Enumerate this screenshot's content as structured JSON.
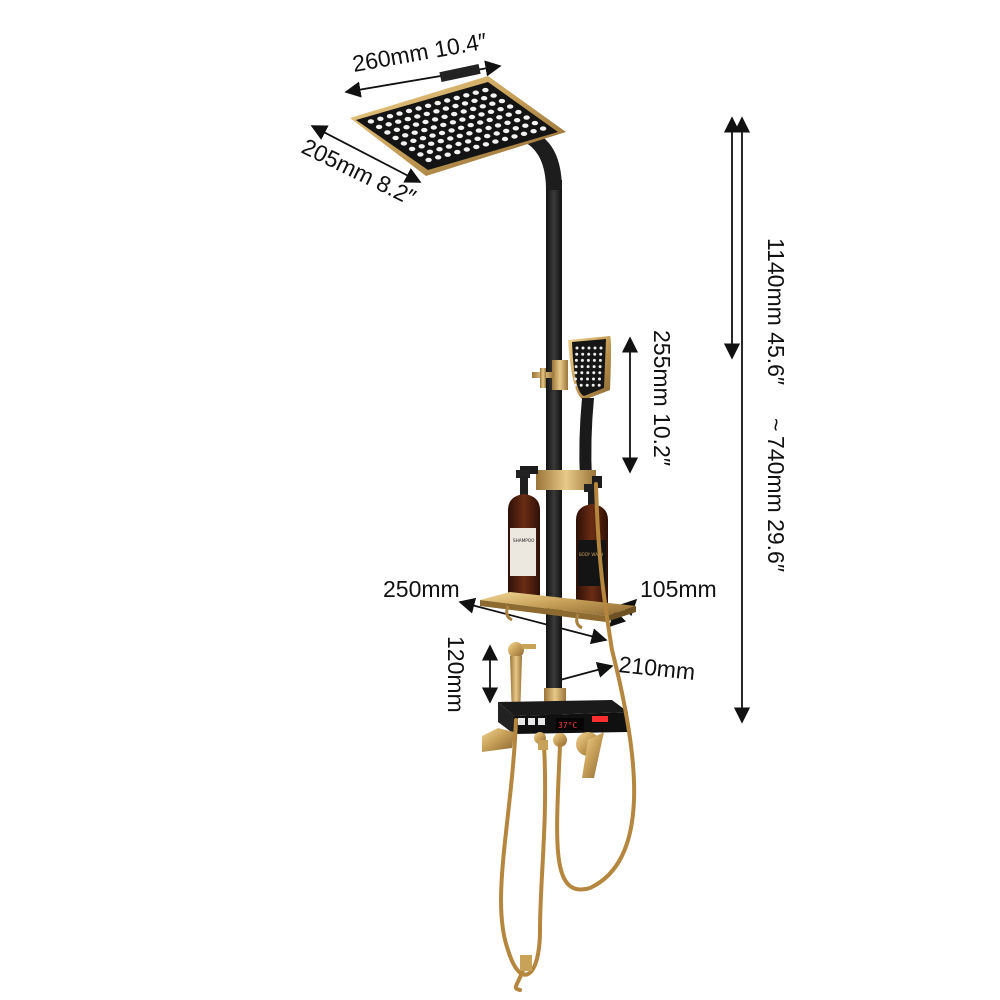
{
  "dimensions": {
    "head_width": "260mm 10.4″",
    "head_depth": "205mm 8.2″",
    "total_height_line1": "1140mm 45.6″",
    "total_height_tilde": "~",
    "total_height_line2": "740mm 29.6″",
    "hand_shower_length": "255mm 10.2″",
    "shelf_width": "250mm",
    "shelf_depth": "105mm",
    "spacing_210": "210mm",
    "spacing_120": "120mm"
  },
  "bottle_labels": {
    "left_label": "SHAMPOO",
    "right_label": "BODY WASH"
  },
  "display": {
    "temperature": "37°C"
  },
  "colors": {
    "matte_black": "#1b1b1b",
    "gold": "#c9a25a",
    "amber_glass": "#4a1e0e",
    "arrow": "#111111"
  }
}
